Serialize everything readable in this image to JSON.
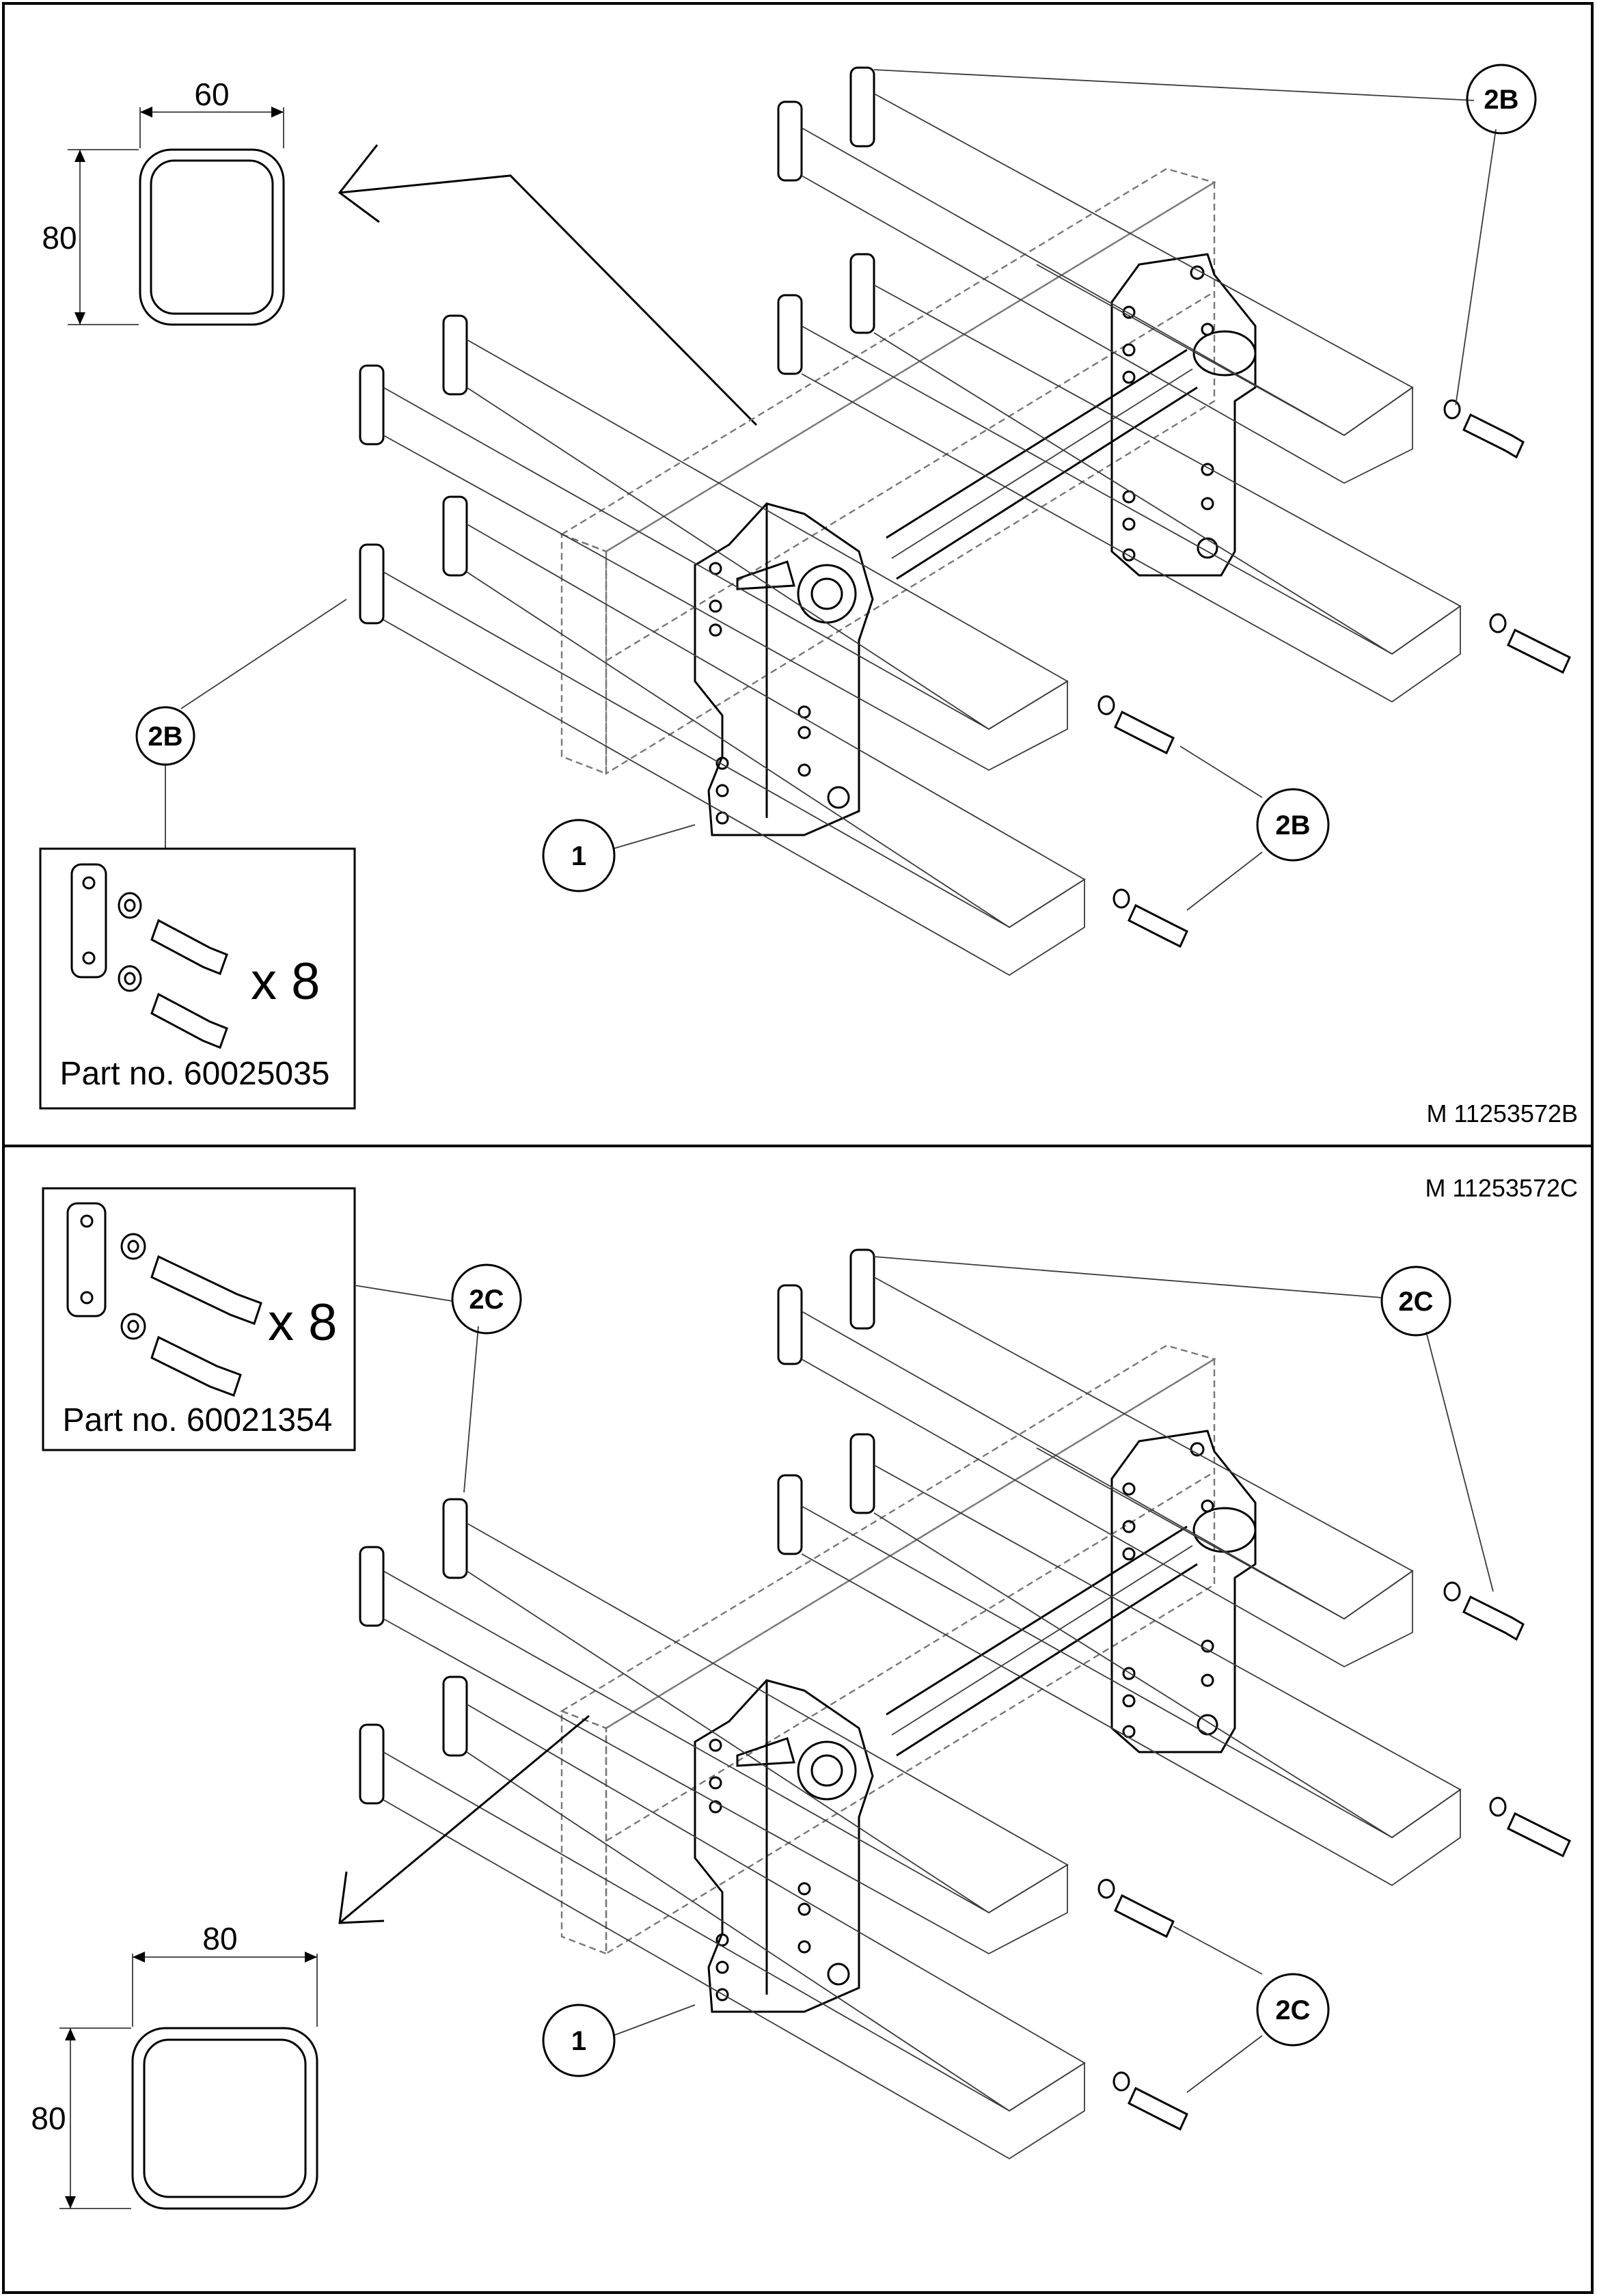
{
  "panels": [
    {
      "code": "M 11253572B",
      "profile": {
        "width": "60",
        "height": "80"
      },
      "kit": {
        "quantity": "x 8",
        "part_no": "Part no. 60025035"
      },
      "callouts": [
        "2B",
        "1"
      ]
    },
    {
      "code": "M 11253572C",
      "profile": {
        "width": "80",
        "height": "80"
      },
      "kit": {
        "quantity": "x 8",
        "part_no": "Part no. 60021354"
      },
      "callouts": [
        "2C",
        "1"
      ]
    }
  ]
}
